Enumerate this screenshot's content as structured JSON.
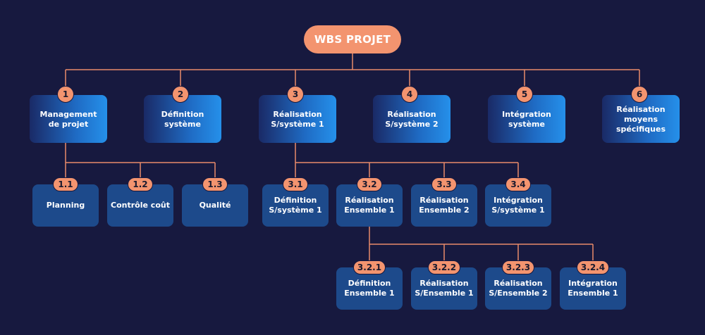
{
  "root": {
    "label": "WBS PROJET"
  },
  "level1": [
    {
      "num": "1",
      "label": "Management\nde projet"
    },
    {
      "num": "2",
      "label": "Définition\nsystème"
    },
    {
      "num": "3",
      "label": "Réalisation\nS/système 1"
    },
    {
      "num": "4",
      "label": "Réalisation\nS/système 2"
    },
    {
      "num": "5",
      "label": "Intégration\nsystème"
    },
    {
      "num": "6",
      "label": "Réalisation\nmoyens\nspécifiques"
    }
  ],
  "level2_mgmt": [
    {
      "num": "1.1",
      "label": "Planning"
    },
    {
      "num": "1.2",
      "label": "Contrôle coût"
    },
    {
      "num": "1.3",
      "label": "Qualité"
    }
  ],
  "level2_real": [
    {
      "num": "3.1",
      "label": "Définition\nS/système 1"
    },
    {
      "num": "3.2",
      "label": "Réalisation\nEnsemble 1"
    },
    {
      "num": "3.3",
      "label": "Réalisation\nEnsemble 2"
    },
    {
      "num": "3.4",
      "label": "Intégration\nS/système 1"
    }
  ],
  "level3": [
    {
      "num": "3.2.1",
      "label": "Définition\nEnsemble 1"
    },
    {
      "num": "3.2.2",
      "label": "Réalisation\nS/Ensemble 1"
    },
    {
      "num": "3.2.3",
      "label": "Réalisation\nS/Ensemble 2"
    },
    {
      "num": "3.2.4",
      "label": "Intégration\nEnsemble 1"
    }
  ],
  "colors": {
    "background": "#17193f",
    "accent": "#f3946f",
    "connector": "#e98a6a",
    "level2_box": "#1d4a8b"
  }
}
